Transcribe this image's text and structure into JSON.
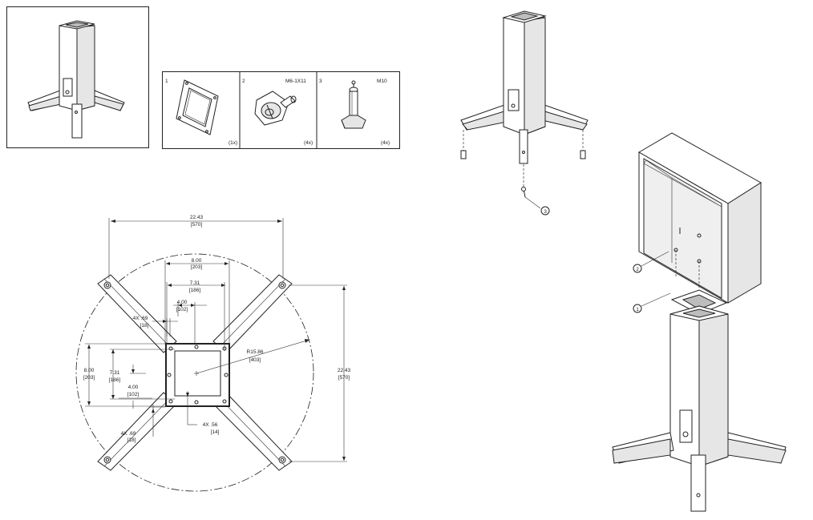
{
  "parts": [
    {
      "number": "1",
      "name": "",
      "qty": "(1x)"
    },
    {
      "number": "2",
      "name": "M6-1X11",
      "qty": "(4x)"
    },
    {
      "number": "3",
      "name": "M10",
      "qty": "(4x)"
    }
  ],
  "dimensions": {
    "overall_width": "22.43",
    "overall_width_mm": "[570]",
    "overall_height": "22.43",
    "overall_height_mm": "[570]",
    "bolt_square_h": "8.00",
    "bolt_square_h_mm": "[203]",
    "opening_h": "7.31",
    "opening_h_mm": "[186]",
    "center_h": "4.00",
    "center_h_mm": "[102]",
    "foot_hole_top": "4X .69",
    "foot_hole_top_mm": "[18]",
    "bolt_square_v": "8.00",
    "bolt_square_v_mm": "[203]",
    "opening_v": "7.31",
    "opening_v_mm": "[186]",
    "center_v": "4.00",
    "center_v_mm": "[102]",
    "foot_hole_bottom": "4X .69",
    "foot_hole_bottom_mm": "[18]",
    "plate_hole": "4X  .56",
    "plate_hole_mm": "[14]",
    "radius": "R15.86",
    "radius_mm": "[403]"
  },
  "callouts": [
    "1",
    "2",
    "3"
  ]
}
